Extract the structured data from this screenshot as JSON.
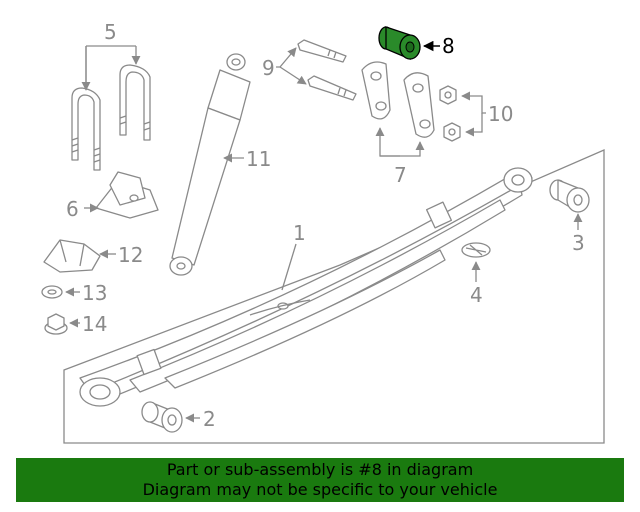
{
  "callouts": {
    "c1": "1",
    "c2": "2",
    "c3": "3",
    "c4": "4",
    "c5": "5",
    "c6": "6",
    "c7": "7",
    "c8": "8",
    "c9": "9",
    "c10": "10",
    "c11": "11",
    "c12": "12",
    "c13": "13",
    "c14": "14"
  },
  "banner": {
    "line1": "Part or sub-assembly is #8 in diagram",
    "line2": "Diagram may not be specific to your vehicle",
    "background": "#1a7a0f",
    "text_color": "#000000"
  },
  "colors": {
    "highlight": "#2a8a2a",
    "line": "#8a8a8a"
  },
  "icons": [
    "leaf-spring",
    "bushing",
    "u-bolt",
    "shock-absorber",
    "shackle",
    "bolt",
    "nut",
    "spring-seat",
    "bracket",
    "bump-stop",
    "washer",
    "flange-nut"
  ]
}
